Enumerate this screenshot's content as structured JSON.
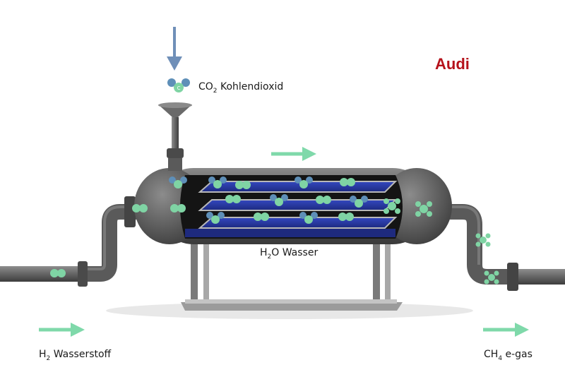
{
  "brand": "Audi",
  "labels": {
    "co2": {
      "main": "CO",
      "sub": "2",
      "rest": " Kohlendioxid"
    },
    "h2o": {
      "main": "H",
      "sub": "2",
      "rest": "O Wasser"
    },
    "h2": {
      "main": "H",
      "sub": "2",
      "rest": " Wasserstoff"
    },
    "ch4": {
      "main": "CH",
      "sub": "4",
      "rest": " e-gas"
    }
  },
  "icons": {
    "input_arrow": "down-arrow-icon",
    "flow_arrow": "right-arrow-icon",
    "molecule_co2": "co2-molecule-icon",
    "molecule_h2": "h2-molecule-icon",
    "molecule_ch4": "ch4-molecule-icon"
  },
  "colors": {
    "brand": "#b5121b",
    "arrow_flow": "#7fd9aa",
    "arrow_input": "#6f8fb8",
    "tank": "#5a5a5a",
    "plates": "#2a3aa0",
    "molecule_h": "#7fd4a4",
    "molecule_co2": "#5e8fb8"
  }
}
